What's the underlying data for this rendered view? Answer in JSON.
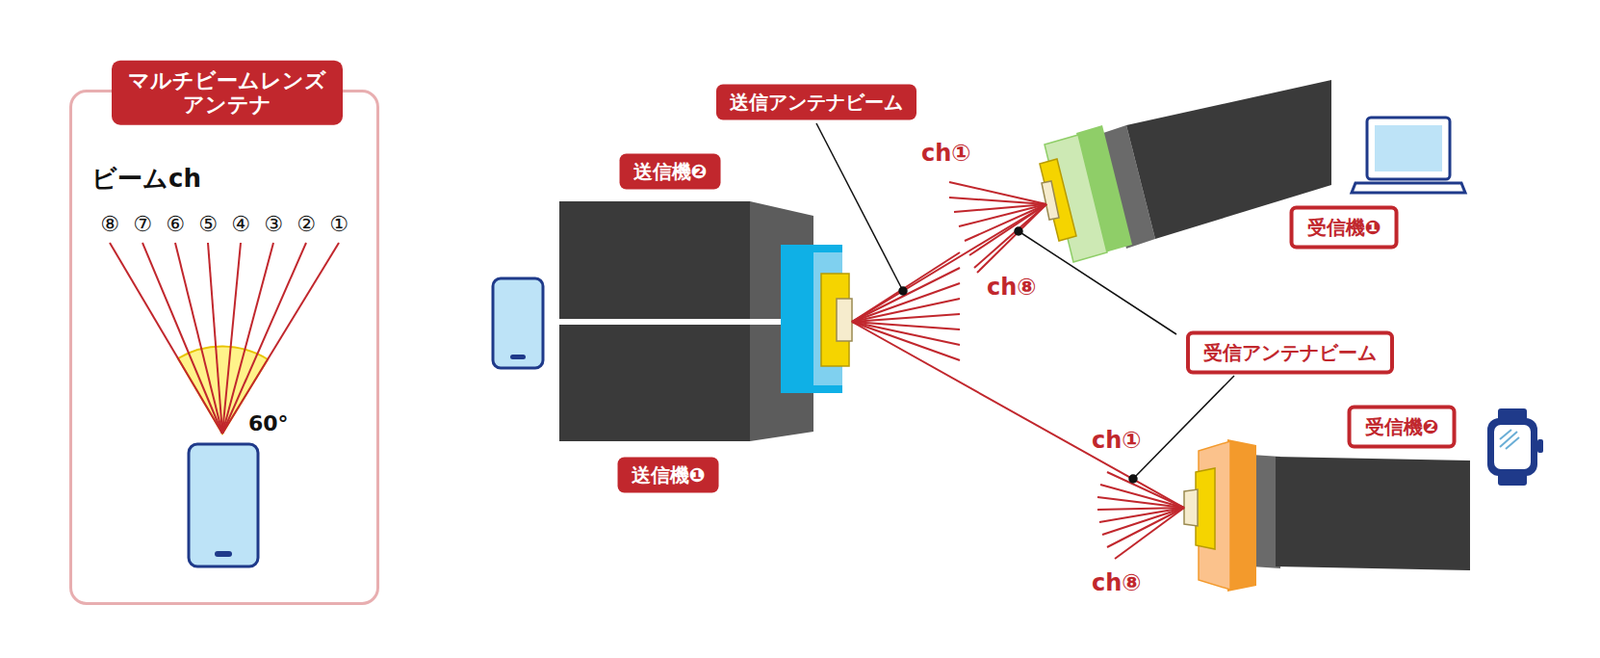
{
  "diagram": {
    "nodes": [
      {
        "text": [
          "ビームch"
        ]
      },
      {
        "text": [
          "マルチビームレンズ アンテナ"
        ],
        "in": 0
      },
      {
        "text": [
          "送信アンテナビーム"
        ]
      },
      {
        "text": [
          "送信機❷"
        ]
      },
      {
        "text": [
          "送信機❶"
        ]
      },
      {
        "text": [
          "受信アンテナビーム"
        ]
      },
      {
        "text": [
          "受信機❶"
        ]
      },
      {
        "text": [
          "受信機❷"
        ]
      }
    ],
    "labels": [
      "⑧",
      "⑦",
      "⑥",
      "⑤",
      "④",
      "③",
      "②",
      "①",
      "60°",
      "ch①",
      "ch⑧",
      "ch①",
      "ch⑧"
    ]
  }
}
